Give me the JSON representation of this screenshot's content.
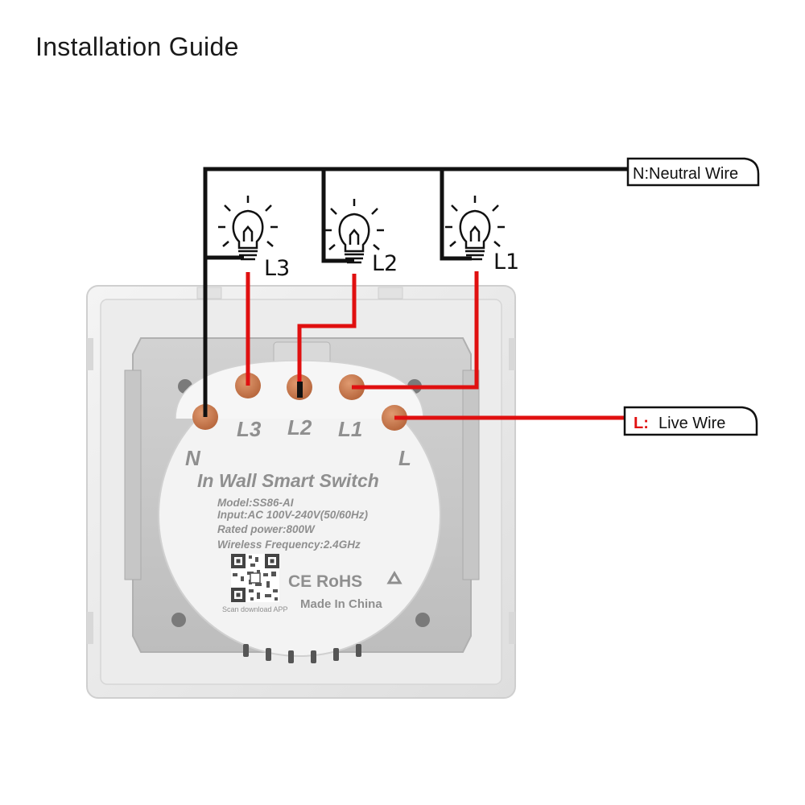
{
  "title": "Installation Guide",
  "tags": {
    "neutral": "N:Neutral Wire",
    "live_letter": "L:",
    "live_text": "Live Wire"
  },
  "lamps": [
    "L3",
    "L2",
    "L1"
  ],
  "terminals": {
    "n": "N",
    "l3": "L3",
    "l2": "L2",
    "l1": "L1",
    "l": "L"
  },
  "module": {
    "name": "In Wall Smart Switch",
    "specs": [
      "Model:SS86-AI",
      "Input:AC 100V-240V(50/60Hz)",
      "Rated power:800W",
      "Wireless Frequency:2.4GHz"
    ],
    "certs": "CE RoHS",
    "origin": "Made In China",
    "scan_label": "Scan download APP"
  },
  "colors": {
    "neutral_wire": "#111111",
    "live_wire": "#e01010",
    "terminal": "#c8764a",
    "module_text": "#8f8f8f"
  }
}
